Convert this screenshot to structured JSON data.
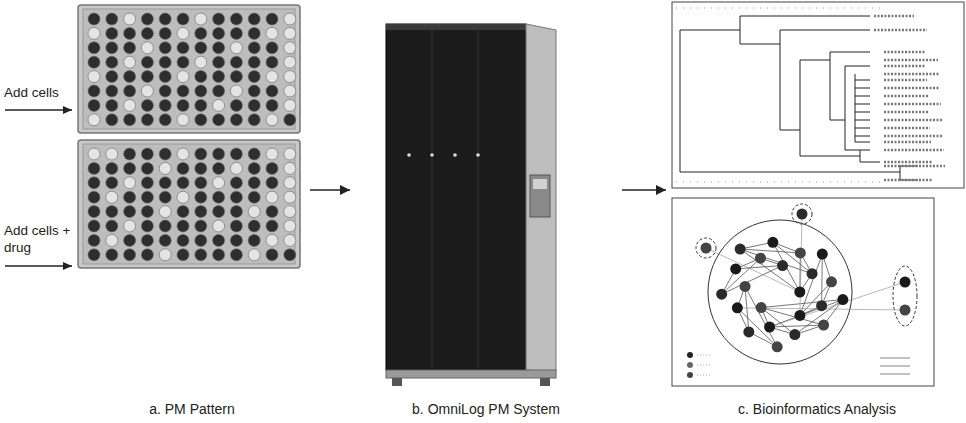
{
  "diagram": {
    "nodes": [
      {
        "text": [
          "a. PM Pattern"
        ]
      },
      {
        "text": [
          "b. OmniLog PM System"
        ]
      },
      {
        "text": [
          "c. Bioinformatics Analysis"
        ]
      }
    ],
    "edges": [
      {
        "from": 0,
        "to": 1,
        "arrow": "to"
      },
      {
        "from": 1,
        "to": 2,
        "arrow": "to"
      }
    ],
    "labels": [
      "Add cells",
      "Add cells + drug"
    ]
  }
}
